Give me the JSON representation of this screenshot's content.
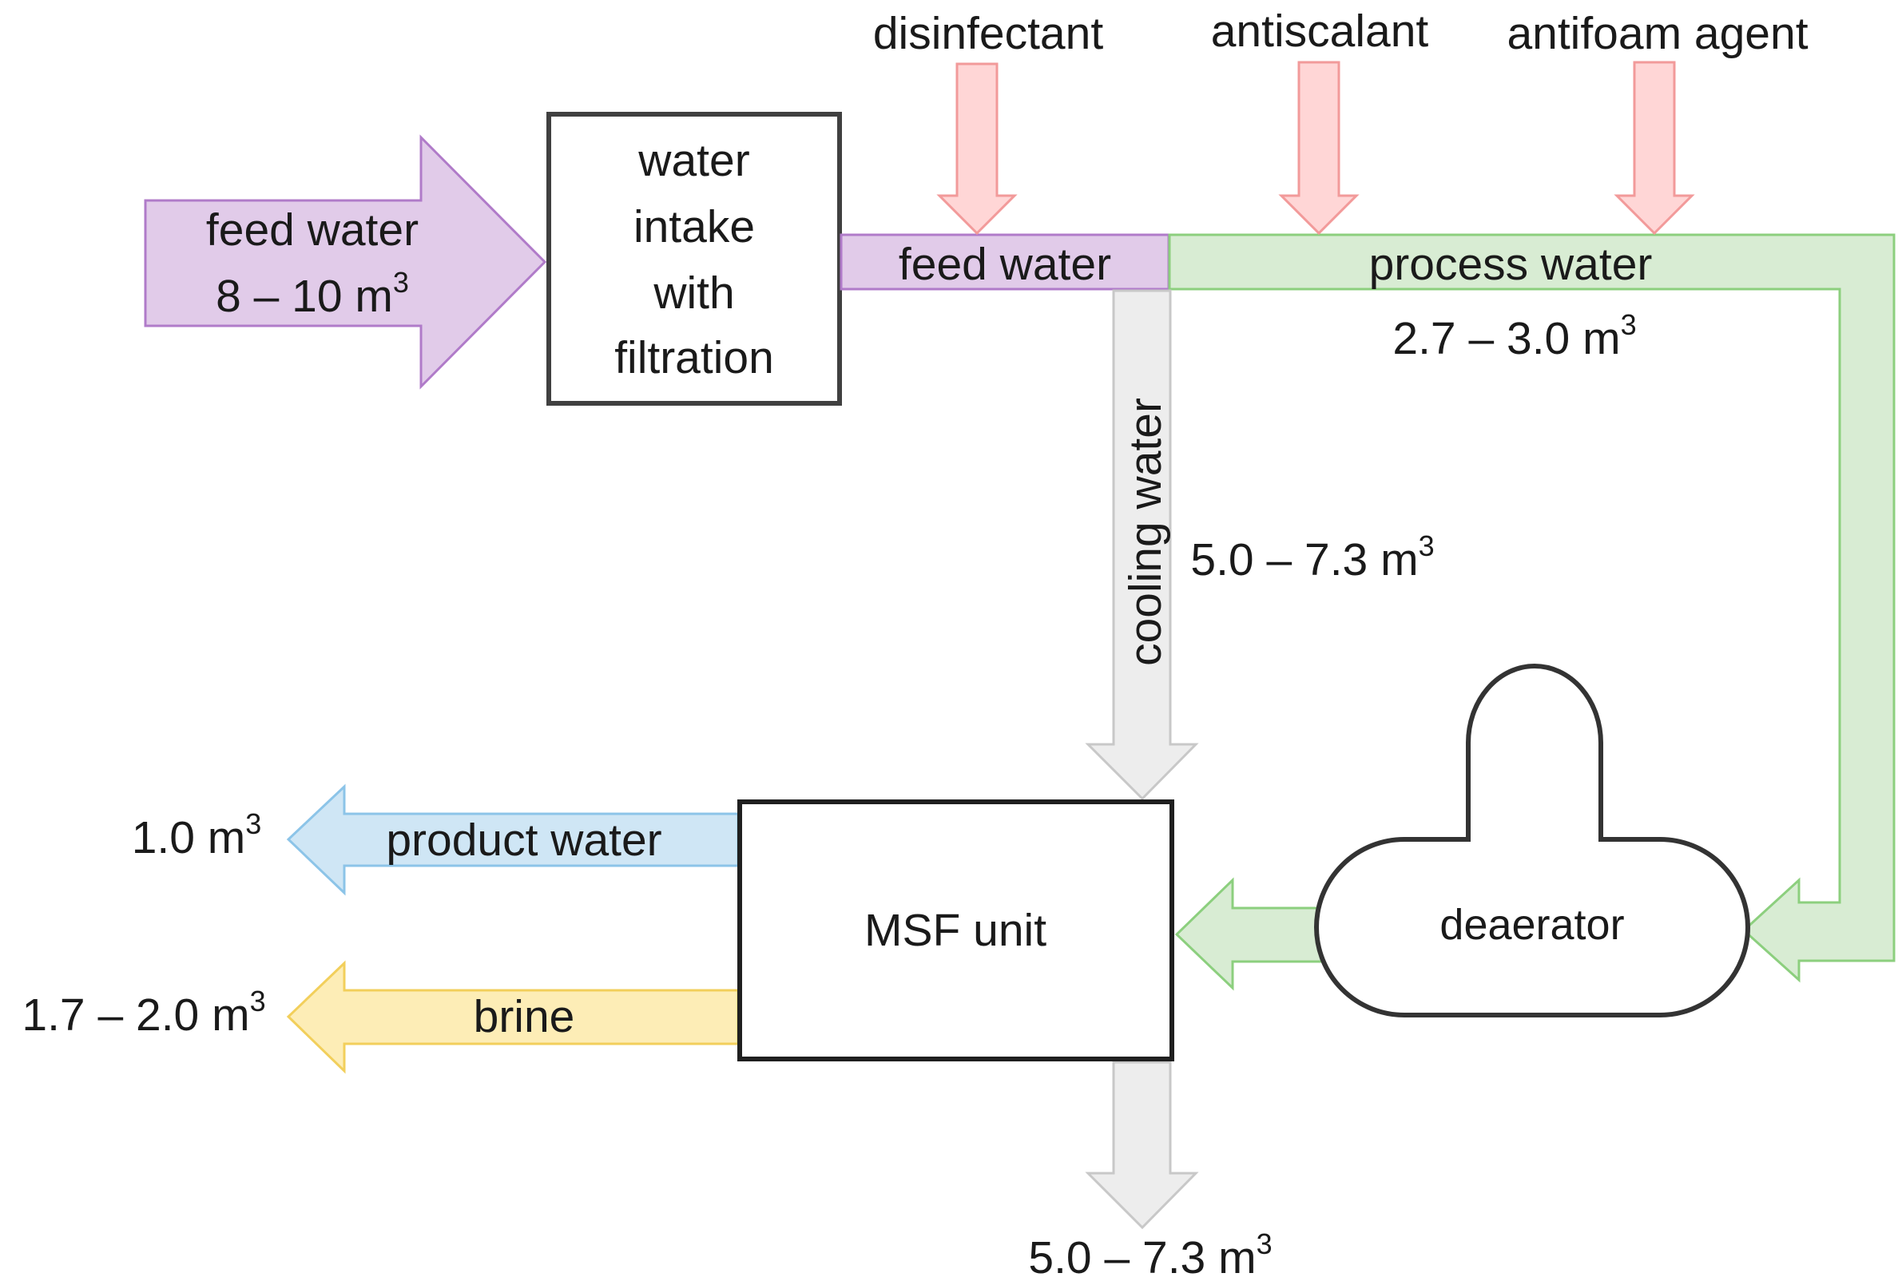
{
  "colors": {
    "feed_fill": "#e1cbe9",
    "feed_stroke": "#b07bc9",
    "process_fill": "#d8ecd3",
    "process_stroke": "#8ccf7e",
    "cooling_fill": "#ededed",
    "cooling_stroke": "#c8c8c8",
    "chemical_fill": "#ffd6d6",
    "chemical_stroke": "#f29a9a",
    "product_fill": "#cfe6f5",
    "product_stroke": "#8cc4e8",
    "brine_fill": "#fdedb6",
    "brine_stroke": "#f2cf5b",
    "box_stroke": "#404040"
  },
  "inputs": {
    "feed_water_label": "feed water",
    "feed_water_volume": "8 – 10 m",
    "feed_water_unit_exp": "3"
  },
  "intake": {
    "line1": "water",
    "line2": "intake",
    "line3": "with",
    "line4": "filtration"
  },
  "chemicals": {
    "disinfectant": "disinfectant",
    "antiscalant": "antiscalant",
    "antifoam": "antifoam agent"
  },
  "streams": {
    "feed_water_label": "feed water",
    "process_water_label": "process water",
    "process_water_volume": "2.7 – 3.0 m",
    "process_water_exp": "3",
    "cooling_water_label": "cooling water",
    "cooling_water_volume": "5.0 – 7.3 m",
    "cooling_water_exp": "3"
  },
  "msf": {
    "label": "MSF unit"
  },
  "deaerator": {
    "label": "deaerator"
  },
  "outputs": {
    "product_label": "product water",
    "product_volume": "1.0 m",
    "product_exp": "3",
    "brine_label": "brine",
    "brine_volume": "1.7 – 2.0 m",
    "brine_exp": "3",
    "cooling_out_volume": "5.0 – 7.3 m",
    "cooling_out_exp": "3"
  }
}
